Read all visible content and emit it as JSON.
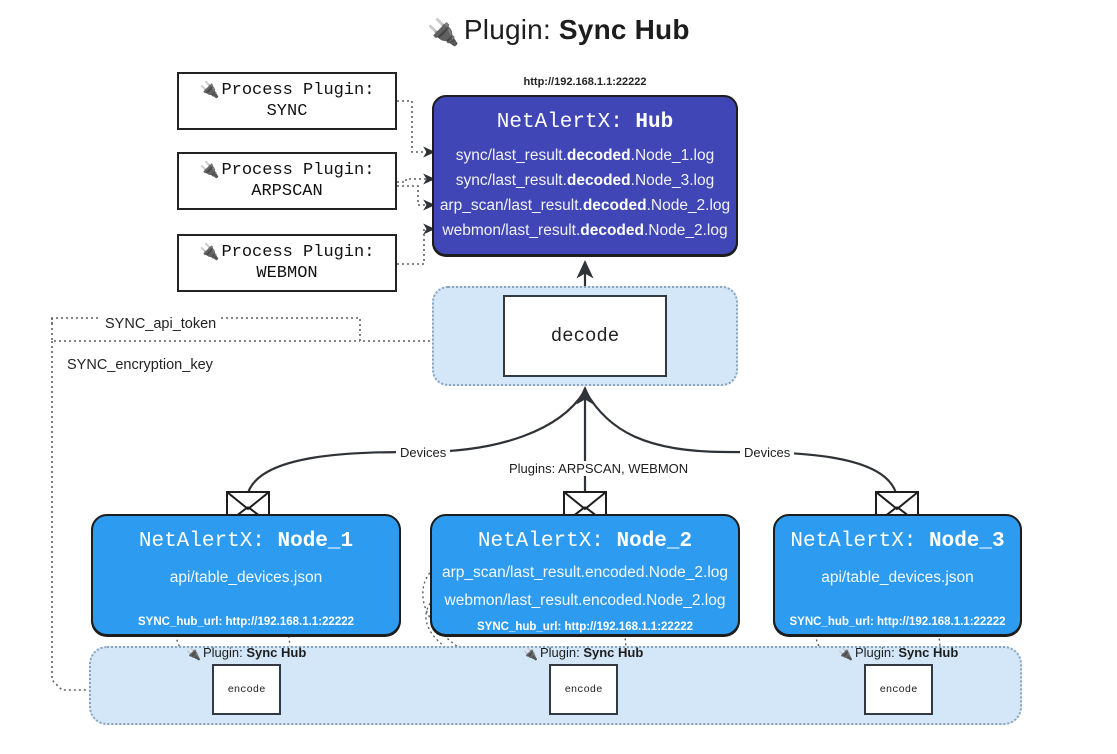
{
  "title": {
    "icon": "electric-plug-icon",
    "lead": "Plugin: ",
    "strong": "Sync Hub"
  },
  "process_plugins": [
    {
      "icon": "electric-plug-icon",
      "line1": "Process Plugin:",
      "line2": "SYNC"
    },
    {
      "icon": "electric-plug-icon",
      "line1": "Process Plugin:",
      "line2": "ARPSCAN"
    },
    {
      "icon": "electric-plug-icon",
      "line1": "Process Plugin:",
      "line2": "WEBMON"
    }
  ],
  "hub": {
    "url": "http://192.168.1.1:22222",
    "title_prefix": "NetAlertX: ",
    "title_name": "Hub",
    "lines": [
      {
        "pre": "sync/last_result.",
        "em": "decoded",
        "post": ".Node_1.log"
      },
      {
        "pre": "sync/last_result.",
        "em": "decoded",
        "post": ".Node_3.log"
      },
      {
        "pre": "arp_scan/last_result.",
        "em": "decoded",
        "post": ".Node_2.log"
      },
      {
        "pre": "webmon/last_result.",
        "em": "decoded",
        "post": ".Node_2.log"
      }
    ],
    "fill": "#4046b5"
  },
  "decode": {
    "label": "decode",
    "band_fill": "#d3e7f8"
  },
  "keys": {
    "api_token": "SYNC_api_token",
    "encryption_key": "SYNC_encryption_key"
  },
  "flow_labels": {
    "devices_left": "Devices",
    "devices_right": "Devices",
    "plugins_center": "Plugins: ARPSCAN, WEBMON"
  },
  "nodes": [
    {
      "title_prefix": "NetAlertX: ",
      "title_name": "Node_1",
      "lines": [
        "api/table_devices.json"
      ],
      "hub_url": "SYNC_hub_url: http://192.168.1.1:22222",
      "fill": "#2d9cf0"
    },
    {
      "title_prefix": "NetAlertX: ",
      "title_name": "Node_2",
      "lines": [
        "arp_scan/last_result.encoded.Node_2.log",
        "webmon/last_result.encoded.Node_2.log"
      ],
      "hub_url": "SYNC_hub_url: http://192.168.1.1:22222",
      "fill": "#2d9cf0"
    },
    {
      "title_prefix": "NetAlertX: ",
      "title_name": "Node_3",
      "lines": [
        "api/table_devices.json"
      ],
      "hub_url": "SYNC_hub_url: http://192.168.1.1:22222",
      "fill": "#2d9cf0"
    }
  ],
  "encoders": [
    {
      "icon": "electric-plug-icon",
      "label_lead": "Plugin: ",
      "label_strong": "Sync Hub",
      "box": "encode"
    },
    {
      "icon": "electric-plug-icon",
      "label_lead": "Plugin: ",
      "label_strong": "Sync Hub",
      "box": "encode"
    },
    {
      "icon": "electric-plug-icon",
      "label_lead": "Plugin: ",
      "label_strong": "Sync Hub",
      "box": "encode"
    }
  ]
}
